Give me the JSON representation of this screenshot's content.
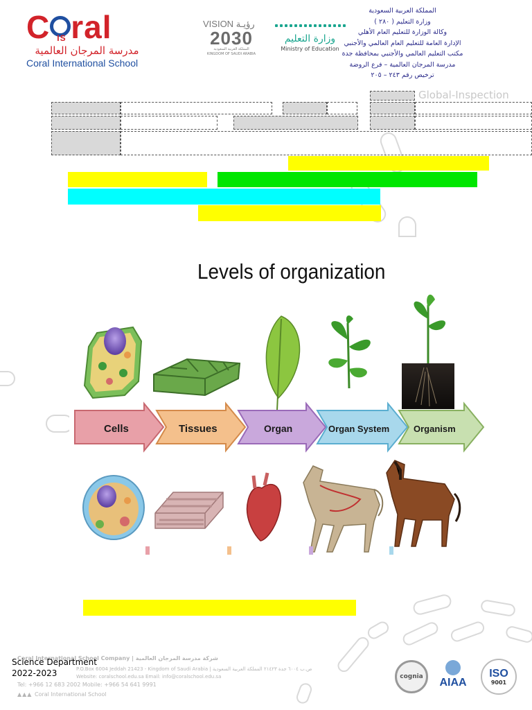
{
  "header": {
    "school_logo_text": "Coral",
    "school_logo_ring_text": "IS",
    "school_name_ar": "مدرسة المرجان العالمية",
    "school_name_en": "Coral International School",
    "vision_top": "VISION رؤيـة",
    "vision_year": "2030",
    "vision_sub_ar": "المملكة العربية السعودية",
    "vision_sub_en": "KINGDOM OF SAUDI ARABIA",
    "ministry_ar": "وزارة التعليم",
    "ministry_en": "Ministry of Education",
    "ksa_lines": [
      "المملكة العربية السعودية",
      "وزارة التعليم ( ٢٨٠ )",
      "وكالة الوزارة للتعليم العام الأهلي",
      "الإدارة العامة للتعليم العام العالمي والأجنبي",
      "مكتب التعليم العالمي والأجنبي بمحافظة جدة",
      "مدرسة المرجان العالمية – فرع الروضة",
      "ترخيص رقم ٢٤٣ – ٢٠٥"
    ]
  },
  "info_table": {
    "faint_text": "Global-Inspection"
  },
  "figure": {
    "title": "Levels of organization",
    "stages": [
      "Cells",
      "Tissues",
      "Organ",
      "Organ System",
      "Organism"
    ],
    "colors": {
      "cells": "#e8a0a8",
      "tissues": "#f4c08c",
      "organ": "#c9a8dc",
      "organ_system": "#a8d8ec",
      "organism": "#c8e0b0"
    }
  },
  "footer": {
    "company": "Coral International School Company | شركة مدرسة المرجان العالمية",
    "address": "P.O.Box 6004 Jeddah 21423 - Kingdom of Saudi Arabia | ص.ب ٦٠٠٤ جدة ٢١٤٢٣ المملكة العربية السعودية",
    "web": "Website: coralschool.edu.sa  Email: info@coralschool.edu.sa",
    "phone": "Tel: +966 12 683 2002  Mobile: +966 54 641 9991",
    "brand": "Coral International School",
    "department": "Science Department",
    "year": "2022-2023",
    "badges": [
      "cognia",
      "AIAA",
      "ISO",
      "9001"
    ]
  }
}
